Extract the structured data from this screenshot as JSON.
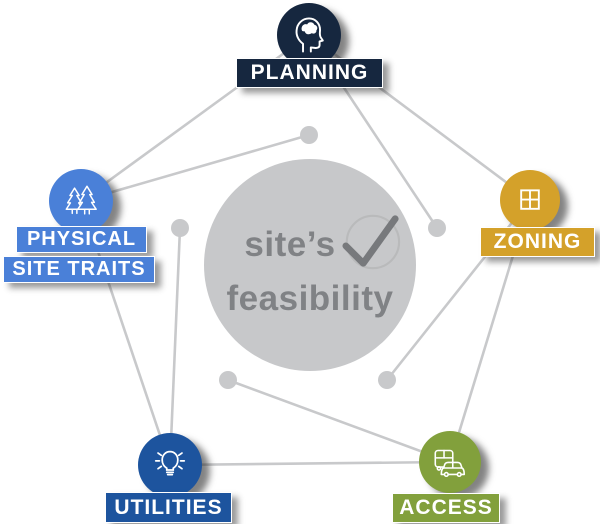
{
  "diagram": {
    "center": {
      "line1": "site’s",
      "line2": "feasibility",
      "circle_color": "#c7c8ca",
      "text_color": "#808285",
      "check_color": "#77797c",
      "arc_color": "#b9babb"
    },
    "nodes": [
      {
        "id": "planning",
        "label": "PLANNING",
        "color": "#16273f",
        "icon": "head-brain-icon"
      },
      {
        "id": "zoning",
        "label": "ZONING",
        "color": "#d4a12a",
        "icon": "window-grid-icon"
      },
      {
        "id": "access",
        "label": "ACCESS",
        "color": "#82a03c",
        "icon": "bus-car-icon"
      },
      {
        "id": "utilities",
        "label": "UTILITIES",
        "color": "#1d549e",
        "icon": "lightbulb-icon"
      },
      {
        "id": "physical_site_traits",
        "label_line1": "PHYSICAL",
        "label_line2": "SITE TRAITS",
        "color": "#4a80d8",
        "icon": "pine-trees-icon"
      }
    ],
    "connectors": {
      "line_color": "#c8c9cb",
      "dot_color": "#c8c9cb"
    }
  }
}
